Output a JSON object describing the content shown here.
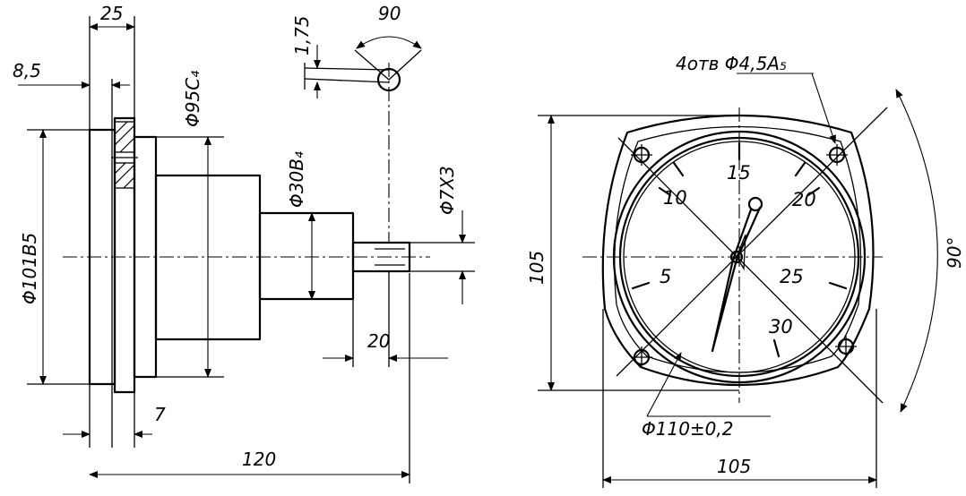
{
  "side_view": {
    "dim_25": "25",
    "dim_8_5": "8,5",
    "dim_95": "Φ95C₄",
    "dim_30": "Φ30B₄",
    "dim_101": "Φ101B5",
    "dim_7": "7",
    "dim_120": "120",
    "dim_7x3": "Φ7X3",
    "dim_20": "20",
    "dim_1_75": "1,75",
    "dim_angle_90": "90"
  },
  "front_view": {
    "holes_note": "4отв Φ4,5A₅",
    "dim_105_v": "105",
    "dim_105_h": "105",
    "dim_110": "Φ110±0,2",
    "dim_angle_90": "90°",
    "scale_labels": [
      "5",
      "10",
      "15",
      "20",
      "25",
      "30"
    ]
  }
}
